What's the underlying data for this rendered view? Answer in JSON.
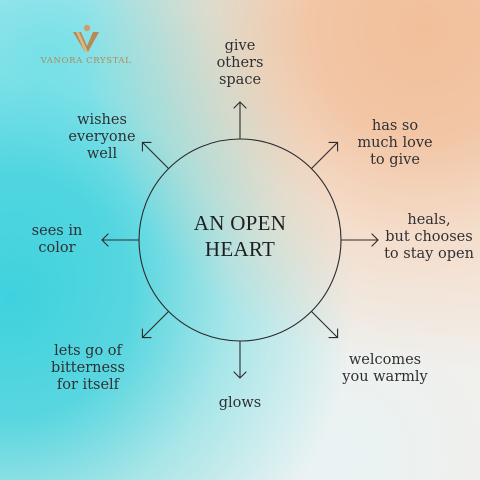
{
  "brand": {
    "name": "VANORA CRYSTAL",
    "color": "#b08a58"
  },
  "center": {
    "title": "AN OPEN\nHEART"
  },
  "traits": [
    {
      "id": "top",
      "label": "give\nothers\nspace"
    },
    {
      "id": "top-right",
      "label": "has so\nmuch love\nto give"
    },
    {
      "id": "right",
      "label": "heals,\nbut chooses\nto stay open"
    },
    {
      "id": "bottom-right",
      "label": "welcomes\nyou warmly"
    },
    {
      "id": "bottom",
      "label": "glows"
    },
    {
      "id": "bottom-left",
      "label": "lets go of\nbitterness\nfor itself"
    },
    {
      "id": "left",
      "label": "sees in\ncolor"
    },
    {
      "id": "top-left",
      "label": "wishes\neveryone\nwell"
    }
  ],
  "colors": {
    "line": "#2b2b2e",
    "text": "#2f3033"
  }
}
